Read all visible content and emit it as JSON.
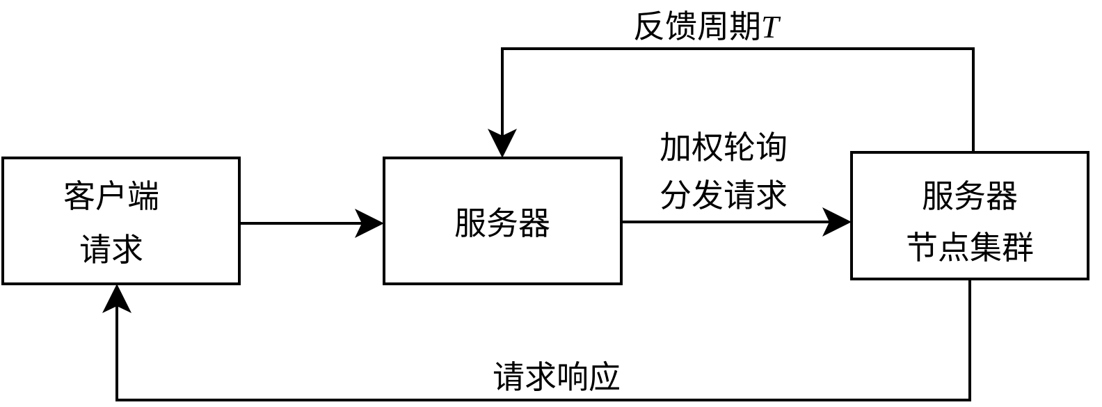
{
  "nodes": {
    "client": {
      "line1": "客户端",
      "line2": "请求"
    },
    "server": {
      "label": "服务器"
    },
    "cluster": {
      "line1": "服务器",
      "line2": "节点集群"
    }
  },
  "edges": {
    "dispatch": {
      "line1": "加权轮询",
      "line2": "分发请求"
    },
    "feedback": {
      "label": "反馈周期",
      "var": "T"
    },
    "response": {
      "label": "请求响应"
    }
  }
}
